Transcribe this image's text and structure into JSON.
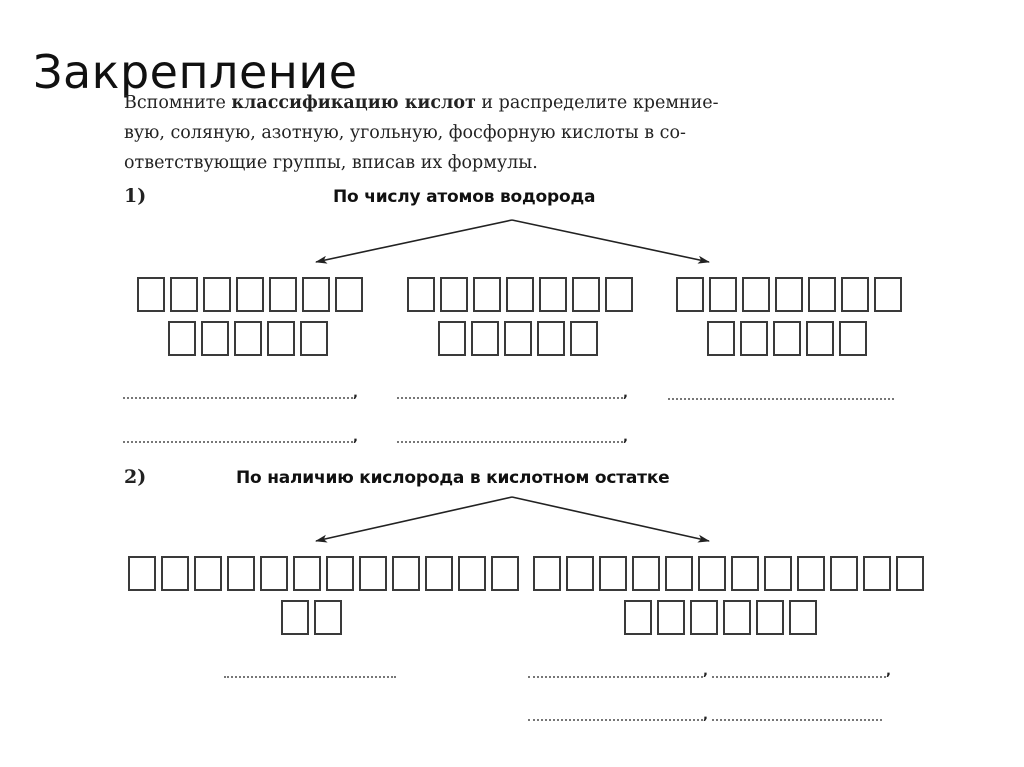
{
  "slide": {
    "title": "Закрепление"
  },
  "task": {
    "intro": "Вспомните",
    "bold": "классификацию кислот",
    "rest": "и распределите кремние-",
    "line2": "вую, соляную, азотную, угольную, фосфорную кислоты в со-",
    "line3": "ответствующие группы, вписав их формулы."
  },
  "section1": {
    "number": "1)",
    "heading": "По числу атомов водорода",
    "groups": [
      {
        "row1_boxes": 7,
        "row2_boxes": 5
      },
      {
        "row1_boxes": 7,
        "row2_boxes": 5
      },
      {
        "row1_boxes": 7,
        "row2_boxes": 5
      }
    ],
    "comma": ","
  },
  "section2": {
    "number": "2)",
    "heading": "По наличию кислорода в кислотном остатке",
    "groups": [
      {
        "row1_boxes": 12,
        "row2_boxes": 2
      },
      {
        "row1_boxes": 12,
        "row2_boxes": 6
      }
    ],
    "comma": ","
  },
  "colors": {
    "background": "#ffffff",
    "text": "#111111",
    "box_border": "#3a3a3a",
    "dotted_line": "#777777"
  }
}
